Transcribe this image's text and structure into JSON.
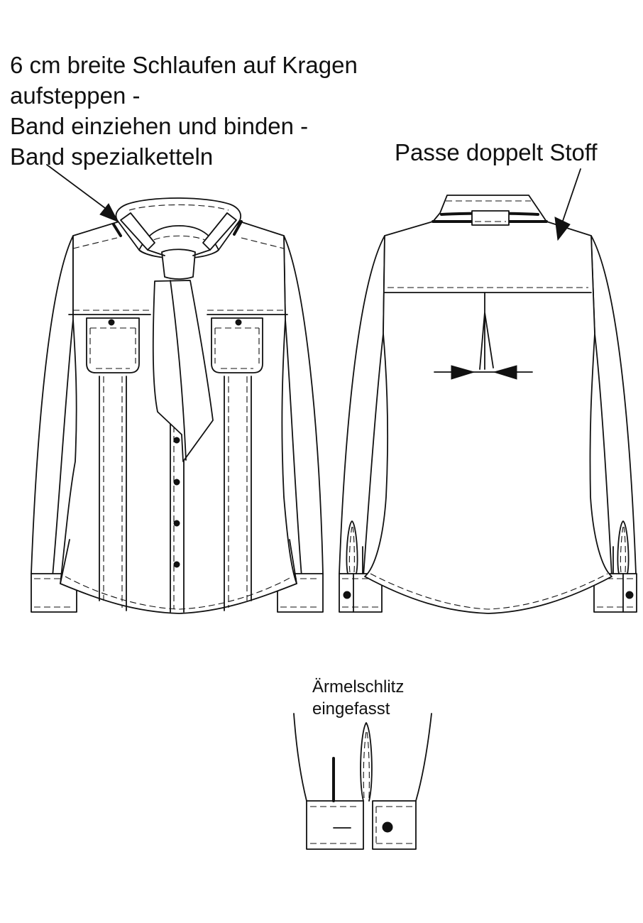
{
  "annotations": {
    "front_note": "6 cm breite Schlaufen auf Kragen\naufsteppen -\nBand einziehen und binden -\nBand spezialketteln",
    "back_note": "Passe doppelt Stoff",
    "sleeve_note": "Ärmelschlitz\neingefasst"
  },
  "colors": {
    "line": "#111111",
    "background": "#ffffff"
  },
  "icons": [
    "arrow-pointer-icon",
    "button-icon",
    "dart-marker-icon"
  ]
}
